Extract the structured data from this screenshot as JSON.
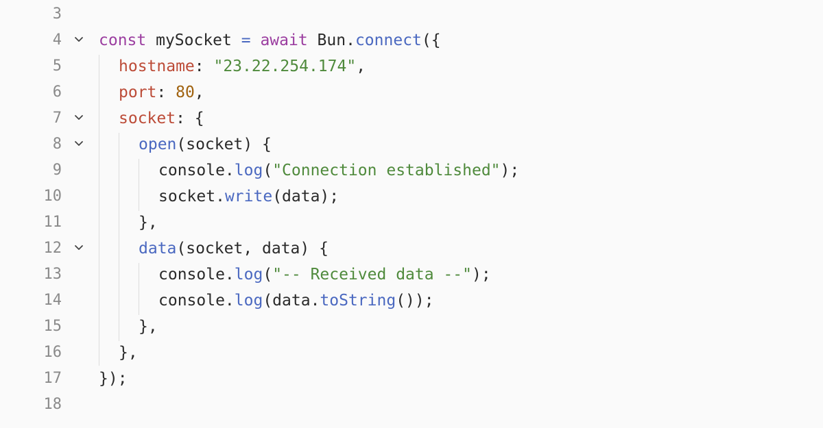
{
  "editor": {
    "lines": [
      {
        "number": "3",
        "tokens": []
      },
      {
        "number": "4",
        "tokens": [
          {
            "t": "const",
            "c": "kw"
          },
          {
            "t": " mySocket ",
            "c": "plain"
          },
          {
            "t": "=",
            "c": "op"
          },
          {
            "t": " ",
            "c": "plain"
          },
          {
            "t": "await",
            "c": "kw"
          },
          {
            "t": " Bun.",
            "c": "plain"
          },
          {
            "t": "connect",
            "c": "fn"
          },
          {
            "t": "({",
            "c": "plain"
          }
        ]
      },
      {
        "number": "5",
        "tokens": [
          {
            "t": "hostname",
            "c": "prop"
          },
          {
            "t": ": ",
            "c": "plain"
          },
          {
            "t": "\"23.22.254.174\"",
            "c": "str"
          },
          {
            "t": ",",
            "c": "plain"
          }
        ]
      },
      {
        "number": "6",
        "tokens": [
          {
            "t": "port",
            "c": "prop"
          },
          {
            "t": ": ",
            "c": "plain"
          },
          {
            "t": "80",
            "c": "num"
          },
          {
            "t": ",",
            "c": "plain"
          }
        ]
      },
      {
        "number": "7",
        "tokens": [
          {
            "t": "socket",
            "c": "prop"
          },
          {
            "t": ": {",
            "c": "plain"
          }
        ]
      },
      {
        "number": "8",
        "tokens": [
          {
            "t": "open",
            "c": "fn"
          },
          {
            "t": "(socket) {",
            "c": "plain"
          }
        ]
      },
      {
        "number": "9",
        "tokens": [
          {
            "t": "console.",
            "c": "plain"
          },
          {
            "t": "log",
            "c": "fn"
          },
          {
            "t": "(",
            "c": "plain"
          },
          {
            "t": "\"Connection established\"",
            "c": "str"
          },
          {
            "t": ");",
            "c": "plain"
          }
        ]
      },
      {
        "number": "10",
        "tokens": [
          {
            "t": "socket.",
            "c": "plain"
          },
          {
            "t": "write",
            "c": "fn"
          },
          {
            "t": "(data);",
            "c": "plain"
          }
        ]
      },
      {
        "number": "11",
        "tokens": [
          {
            "t": "},",
            "c": "plain"
          }
        ]
      },
      {
        "number": "12",
        "tokens": [
          {
            "t": "data",
            "c": "fn"
          },
          {
            "t": "(socket, data) {",
            "c": "plain"
          }
        ]
      },
      {
        "number": "13",
        "tokens": [
          {
            "t": "console.",
            "c": "plain"
          },
          {
            "t": "log",
            "c": "fn"
          },
          {
            "t": "(",
            "c": "plain"
          },
          {
            "t": "\"-- Received data --\"",
            "c": "str"
          },
          {
            "t": ");",
            "c": "plain"
          }
        ]
      },
      {
        "number": "14",
        "tokens": [
          {
            "t": "console.",
            "c": "plain"
          },
          {
            "t": "log",
            "c": "fn"
          },
          {
            "t": "(data.",
            "c": "plain"
          },
          {
            "t": "toString",
            "c": "fn"
          },
          {
            "t": "());",
            "c": "plain"
          }
        ]
      },
      {
        "number": "15",
        "tokens": [
          {
            "t": "},",
            "c": "plain"
          }
        ]
      },
      {
        "number": "16",
        "tokens": [
          {
            "t": "},",
            "c": "plain"
          }
        ]
      },
      {
        "number": "17",
        "tokens": [
          {
            "t": "});",
            "c": "plain"
          }
        ]
      },
      {
        "number": "18",
        "tokens": []
      }
    ],
    "colors": {
      "background": "#fafafa",
      "keyword": "#9b3ea0",
      "function": "#4a68c0",
      "property": "#bc4b37",
      "string": "#4f8a3c",
      "number": "#a0620f",
      "line_number": "#8a8a8a"
    },
    "fold_icon": "chevron-down-icon"
  }
}
